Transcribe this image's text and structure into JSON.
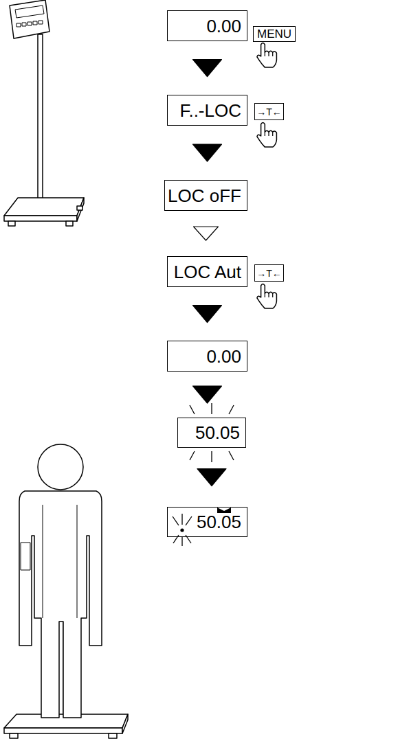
{
  "diagram": {
    "nodes": [
      {
        "text": [
          "0.00"
        ]
      },
      {
        "text": [
          "MENU"
        ]
      },
      {
        "text": [
          "F..-LOC"
        ]
      },
      {
        "text": [
          "→T←"
        ]
      },
      {
        "text": [
          "LOC oFF"
        ]
      },
      {
        "text": [
          "LOC Aut"
        ]
      },
      {
        "text": [
          "→T←"
        ]
      },
      {
        "text": [
          "0.00"
        ]
      },
      {
        "text": [
          "50.05"
        ]
      },
      {
        "text": [
          "50.05"
        ]
      }
    ],
    "edges": [
      {
        "from": 0,
        "to": 2,
        "arrow": "to"
      },
      {
        "from": 2,
        "to": 4,
        "arrow": "to"
      },
      {
        "from": 4,
        "to": 5,
        "arrow": "to"
      },
      {
        "from": 5,
        "to": 7,
        "arrow": "to"
      },
      {
        "from": 7,
        "to": 8,
        "arrow": "to"
      },
      {
        "from": 8,
        "to": 9,
        "arrow": "to"
      }
    ]
  }
}
